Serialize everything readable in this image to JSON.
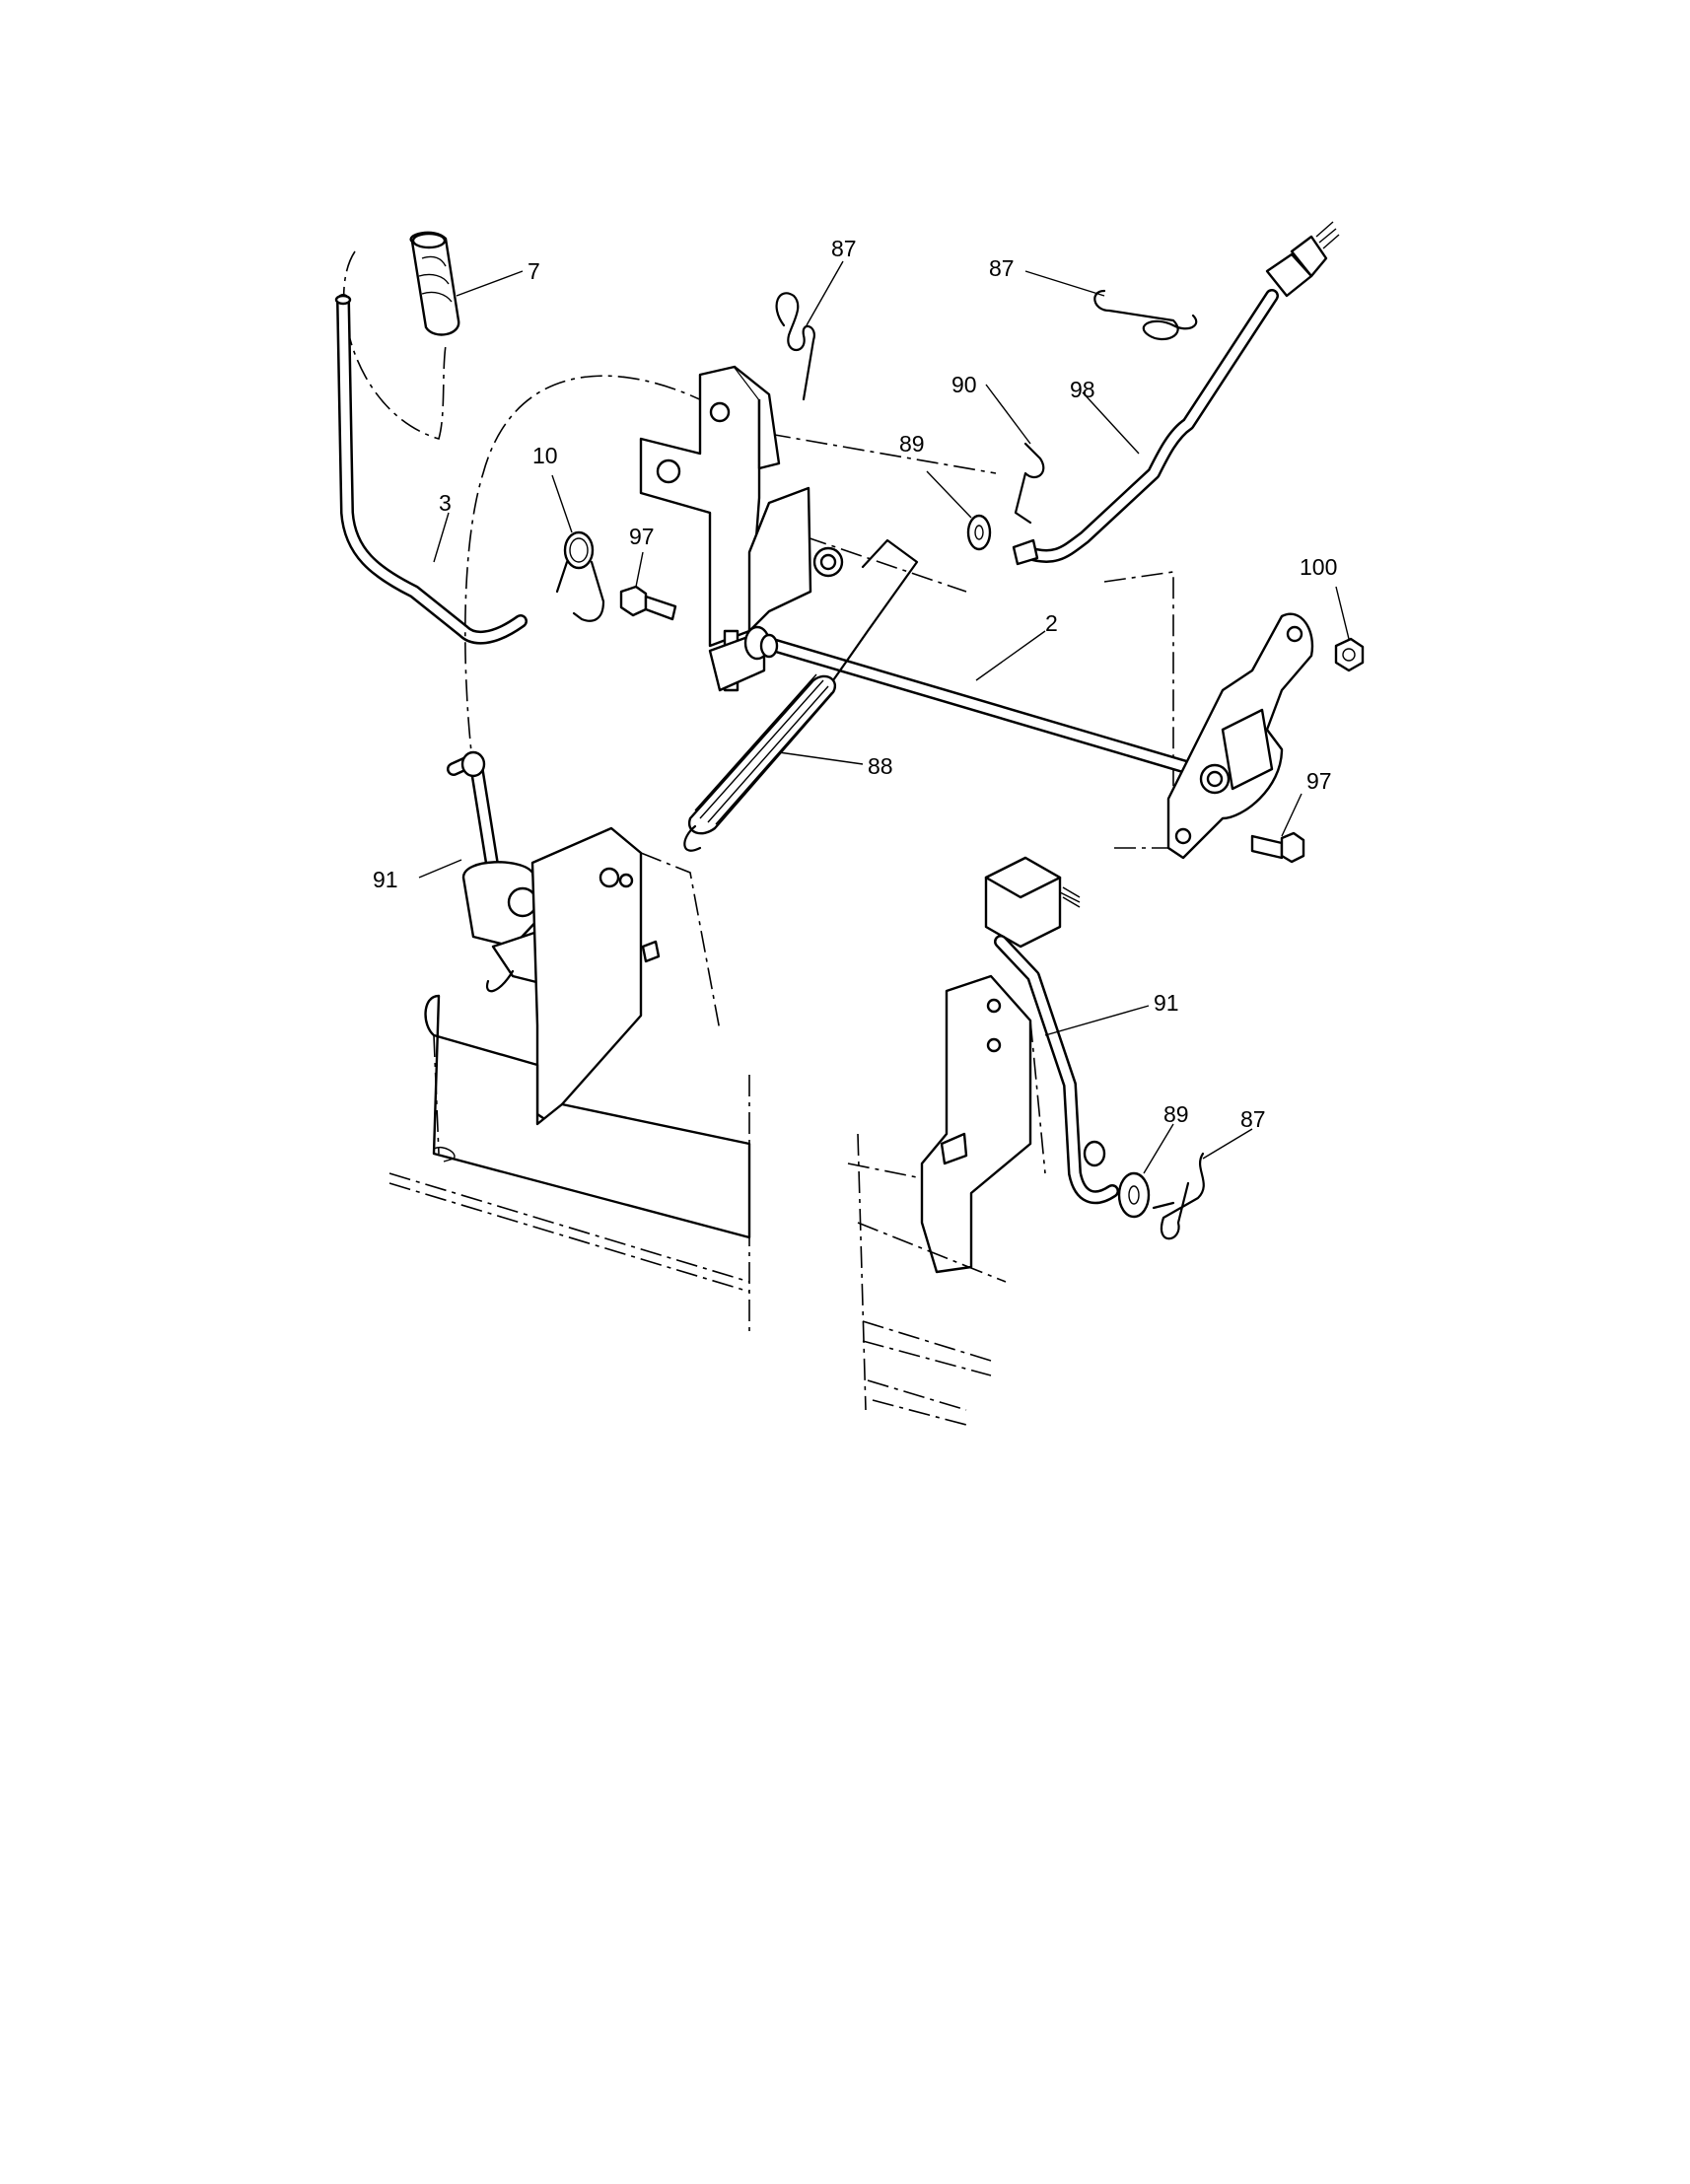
{
  "diagram": {
    "callouts": [
      {
        "id": "c7",
        "text": "7"
      },
      {
        "id": "c87a",
        "text": "87"
      },
      {
        "id": "c87b",
        "text": "87"
      },
      {
        "id": "c90",
        "text": "90"
      },
      {
        "id": "c98",
        "text": "98"
      },
      {
        "id": "c89a",
        "text": "89"
      },
      {
        "id": "c10",
        "text": "10"
      },
      {
        "id": "c3",
        "text": "3"
      },
      {
        "id": "c97a",
        "text": "97"
      },
      {
        "id": "c100",
        "text": "100"
      },
      {
        "id": "c2",
        "text": "2"
      },
      {
        "id": "c88",
        "text": "88"
      },
      {
        "id": "c97b",
        "text": "97"
      },
      {
        "id": "c91a",
        "text": "91"
      },
      {
        "id": "c91b",
        "text": "91"
      },
      {
        "id": "c89b",
        "text": "89"
      },
      {
        "id": "c87c",
        "text": "87"
      }
    ]
  }
}
